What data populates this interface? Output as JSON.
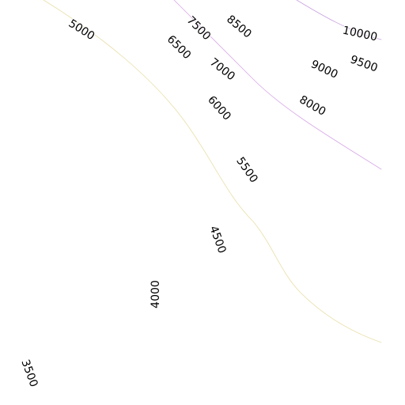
{
  "chart_data": {
    "type": "contour",
    "levels": [
      {
        "value": 3500,
        "label": "3500"
      },
      {
        "value": 4000,
        "label": "4000"
      },
      {
        "value": 4500,
        "label": "4500"
      },
      {
        "value": 5000,
        "label": "5000",
        "color": "#e8dfa8"
      },
      {
        "value": 5500,
        "label": "5500"
      },
      {
        "value": 6000,
        "label": "6000"
      },
      {
        "value": 6500,
        "label": "6500"
      },
      {
        "value": 7000,
        "label": "7000"
      },
      {
        "value": 7500,
        "label": "7500",
        "color": "#d8a8e8"
      },
      {
        "value": 8000,
        "label": "8000"
      },
      {
        "value": 8500,
        "label": "8500"
      },
      {
        "value": 9000,
        "label": "9000"
      },
      {
        "value": 9500,
        "label": "9500"
      },
      {
        "value": 10000,
        "label": "10000",
        "color": "#c8a0e0"
      }
    ]
  }
}
